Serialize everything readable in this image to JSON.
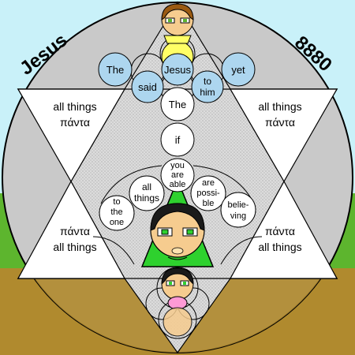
{
  "corner_labels": {
    "left": "Jesus",
    "right": "8880"
  },
  "top_circles": [
    {
      "id": "the",
      "text": "The"
    },
    {
      "id": "said",
      "text": "said"
    },
    {
      "id": "jesus",
      "text": "Jesus"
    },
    {
      "id": "to-him",
      "text": "to him",
      "lines": [
        "to",
        "him"
      ]
    },
    {
      "id": "yet",
      "text": "yet"
    }
  ],
  "spine_circles": [
    {
      "id": "the-2",
      "text": "The"
    },
    {
      "id": "if",
      "text": "if"
    },
    {
      "id": "you-are-able",
      "text": "you are able",
      "lines": [
        "you",
        "are",
        "able"
      ]
    }
  ],
  "arc_circles": [
    {
      "id": "to-the-one",
      "text": "to the one",
      "lines": [
        "to",
        "the",
        "one"
      ]
    },
    {
      "id": "all-things-circle",
      "text": "all things",
      "lines": [
        "all",
        "things"
      ]
    },
    {
      "id": "are-possible",
      "text": "are possible",
      "lines": [
        "are",
        "possi-",
        "ble"
      ]
    },
    {
      "id": "believing",
      "text": "believing",
      "lines": [
        "belie-",
        "ving"
      ]
    }
  ],
  "triangle_labels": {
    "upper_left": {
      "english": "all things",
      "greek": "πάντα"
    },
    "upper_right": {
      "english": "all things",
      "greek": "πάντα"
    },
    "lower_left": {
      "greek": "πάντα",
      "english": "all things"
    },
    "lower_right": {
      "greek": "πάντα",
      "english": "all things"
    }
  },
  "colors": {
    "sky": "#c9f1f9",
    "grass": "#5db52e",
    "ground": "#b08a2e",
    "disc": "#c9c9c9",
    "word_circle": "#add6ef",
    "center_triangle": "#2ed12e",
    "halo": "#ffff66",
    "skin": "#f6cc8f",
    "hair": "#9a5a12",
    "dark_hair": "#1a1a1a",
    "robe_pink": "#ff9ad6"
  }
}
